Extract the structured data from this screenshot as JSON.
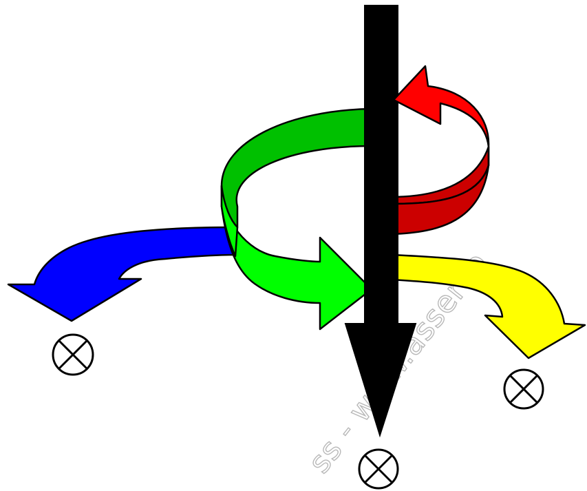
{
  "diagram": {
    "watermark_text": "ss - www.asserco",
    "colors": {
      "background": "#ffffff",
      "axis_arrow": "#000000",
      "blue_arrow": "#0000ff",
      "green_arrow": "#00cc00",
      "green_arrow_light": "#00ff00",
      "red_arrow": "#ff0000",
      "red_arrow_dark": "#cc0000",
      "yellow_arrow": "#ffff00",
      "outline": "#000000",
      "watermark": "#b8b8b8"
    },
    "elements": [
      "vertical-axis-arrow",
      "green-rotation-arrow",
      "red-rotation-arrow",
      "blue-deflection-arrow",
      "yellow-deflection-arrow",
      "cross-circle-left",
      "cross-circle-bottom",
      "cross-circle-right"
    ]
  }
}
